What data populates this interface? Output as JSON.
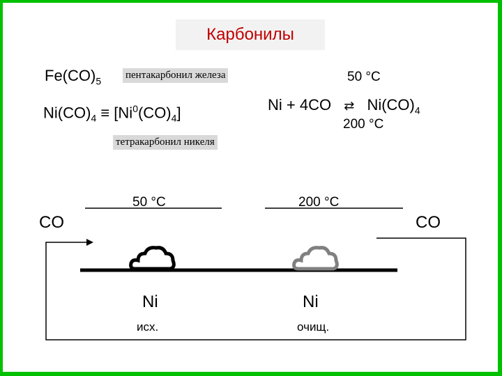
{
  "title": "Карбонилы",
  "fe_formula": {
    "main": "Fe(CO)",
    "sub": "5"
  },
  "fe_name": "пентакарбонил железа",
  "ni_formula": {
    "a": "Ni(CO)",
    "sub1": "4",
    "equiv": " ≡ [Ni",
    "sup": "0",
    "b": "(CO)",
    "sub2": "4",
    "c": "]"
  },
  "ni_name": "тетракарбонил никеля",
  "reaction": {
    "temp_top": "50 °C",
    "left": "Ni + 4CO",
    "arrow": "⇄",
    "right": "Ni(CO)",
    "right_sub": "4",
    "temp_bottom": "200 °C"
  },
  "process": {
    "temp_left": "50 °C",
    "temp_right": "200 °C",
    "co_left": "CO",
    "co_right": "CO",
    "ni_left": "Ni",
    "ni_left_note": "исх.",
    "ni_right": "Ni",
    "ni_right_note": "очищ.",
    "cloud_left_color": "#000000",
    "cloud_right_color": "#808080"
  }
}
